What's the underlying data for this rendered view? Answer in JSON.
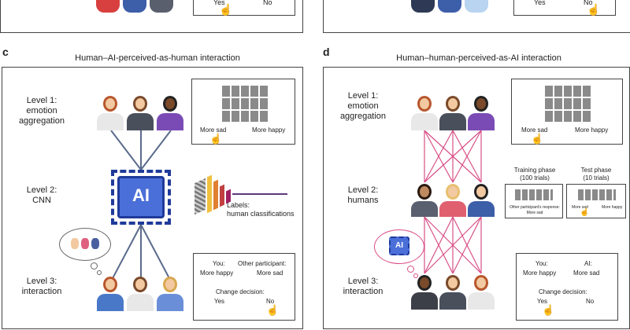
{
  "top_strip": {
    "left": {
      "yes": "Yes",
      "no": "No"
    },
    "right": {
      "yes": "Yes",
      "no": "No"
    }
  },
  "panel_c": {
    "letter": "c",
    "title": "Human–AI-perceived-as-human interaction",
    "level1": "Level 1:\nemotion\naggregation",
    "level2": "Level 2:\nCNN",
    "level3": "Level 3:\ninteraction",
    "ai_chip_label": "AI",
    "morph_card": {
      "left": "More sad",
      "right": "More happy"
    },
    "cnn_labels": "Labels:\nhuman classifications",
    "decision_card": {
      "you": "You:",
      "you_value": "More happy",
      "other": "Other participant:",
      "other_value": "More sad",
      "change": "Change decision:",
      "yes": "Yes",
      "no": "No"
    }
  },
  "panel_d": {
    "letter": "d",
    "title": "Human–human-perceived-as-AI interaction",
    "level1": "Level 1:\nemotion\naggregation",
    "level2": "Level 2:\nhumans",
    "level3": "Level 3:\ninteraction",
    "ai_chip_label": "AI",
    "morph_card": {
      "left": "More sad",
      "right": "More happy"
    },
    "training": {
      "title": "Training phase\n(100 trials)",
      "caption1": "Other participant’s response:",
      "caption2": "More sad"
    },
    "test": {
      "title": "Test phase\n(10 trials)",
      "left": "More sad",
      "right": "More happy"
    },
    "decision_card": {
      "you": "You:",
      "you_value": "More happy",
      "other": "AI:",
      "other_value": "More sad",
      "change": "Change decision:",
      "yes": "Yes",
      "no": "No"
    }
  },
  "colors": {
    "line_gray": "#5b6b8c",
    "line_pink": "#d94f86",
    "chip_blue": "#4a6fd8",
    "chip_dark": "#1f3a9a"
  },
  "icons": [
    "person-icon",
    "ai-chip-icon",
    "face-thumbnail-icon",
    "hand-cursor-icon",
    "thought-bubble-icon",
    "cnn-layers-icon"
  ]
}
